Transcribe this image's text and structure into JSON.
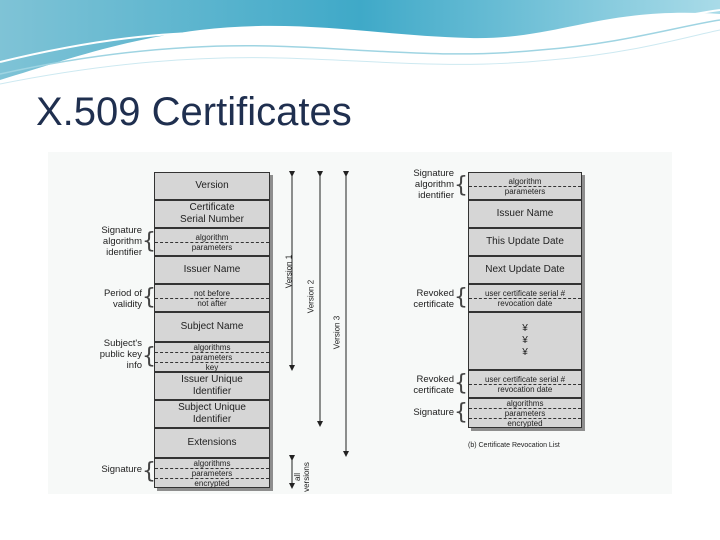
{
  "slide": {
    "title": "X.509 Certificates"
  },
  "certificate": {
    "version": "Version",
    "serial": [
      "Certificate",
      "Serial Number"
    ],
    "signature_alg": [
      "algorithm",
      "parameters"
    ],
    "issuer": "Issuer Name",
    "validity": [
      "not before",
      "not after"
    ],
    "subject": "Subject Name",
    "subject_pk": [
      "algorithms",
      "parameters",
      "key"
    ],
    "issuer_uid": [
      "Issuer Unique",
      "Identifier"
    ],
    "subject_uid": [
      "Subject Unique",
      "Identifier"
    ],
    "extensions": "Extensions",
    "signature": [
      "algorithms",
      "parameters",
      "encrypted"
    ]
  },
  "cert_labels": {
    "sig_alg_id": [
      "Signature",
      "algorithm",
      "identifier"
    ],
    "validity": [
      "Period of",
      "validity"
    ],
    "subject_pk": [
      "Subject's",
      "public key",
      "info"
    ],
    "signature": "Signature"
  },
  "version_labels": {
    "v1": "Version 1",
    "v2": "Version 2",
    "v3": "Version 3",
    "all": [
      "all",
      "versions"
    ]
  },
  "crl": {
    "signature_alg": [
      "algorithm",
      "parameters"
    ],
    "issuer": "Issuer Name",
    "this_update": "This Update Date",
    "next_update": "Next Update Date",
    "revoked1": [
      "user certificate serial #",
      "revocation date"
    ],
    "dots": [
      "¥",
      "¥",
      "¥"
    ],
    "revoked2": [
      "user certificate serial #",
      "revocation date"
    ],
    "signature": [
      "algorithms",
      "parameters",
      "encrypted"
    ],
    "caption": "(b) Certificate Revocation List"
  },
  "crl_labels": {
    "sig_alg_id": [
      "Signature",
      "algorithm",
      "identifier"
    ],
    "revoked1": [
      "Revoked",
      "certificate"
    ],
    "revoked2": [
      "Revoked",
      "certificate"
    ],
    "signature": "Signature"
  }
}
